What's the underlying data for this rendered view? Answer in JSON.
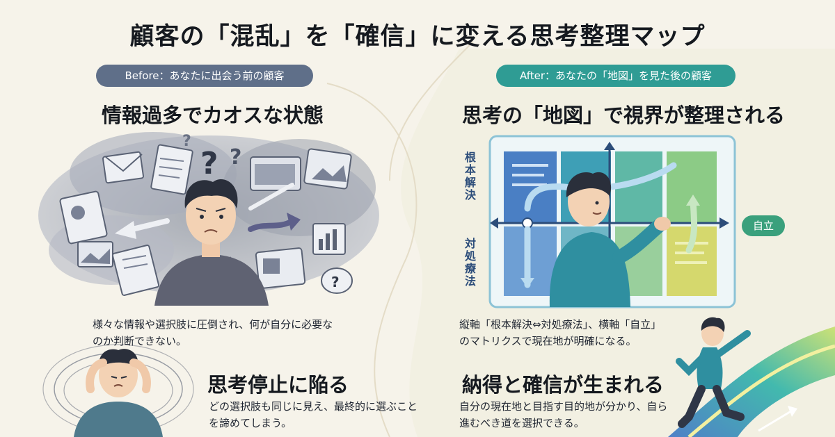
{
  "title": "顧客の「混乱」を「確信」に変える思考整理マップ",
  "before": {
    "pill": "Before：あなたに出会う前の顧客",
    "heading": "情報過多でカオスな状態",
    "description": "様々な情報や選択肢に圧倒され、何が自分に必要なのか判断できない。",
    "sub_heading": "思考停止に陥る",
    "sub_description": "どの選択肢も同じに見え、最終的に選ぶことを諦めてしまう。"
  },
  "after": {
    "pill": "After：あなたの「地図」を見た後の顧客",
    "heading": "思考の「地図」で視界が整理される",
    "axis_top": "根本解決",
    "axis_bottom": "対処療法",
    "axis_right": "自立",
    "description": "縦軸「根本解決⇔対処療法」、横軸「自立」のマトリクスで現在地が明確になる。",
    "sub_heading": "納得と確信が生まれる",
    "sub_description": "自分の現在地と目指す目的地が分かり、自ら進むべき道を選択できる。"
  },
  "colors": {
    "before_pill": "#5f6f89",
    "after_pill": "#2f9c94",
    "autonomy_badge": "#3aa07c"
  }
}
